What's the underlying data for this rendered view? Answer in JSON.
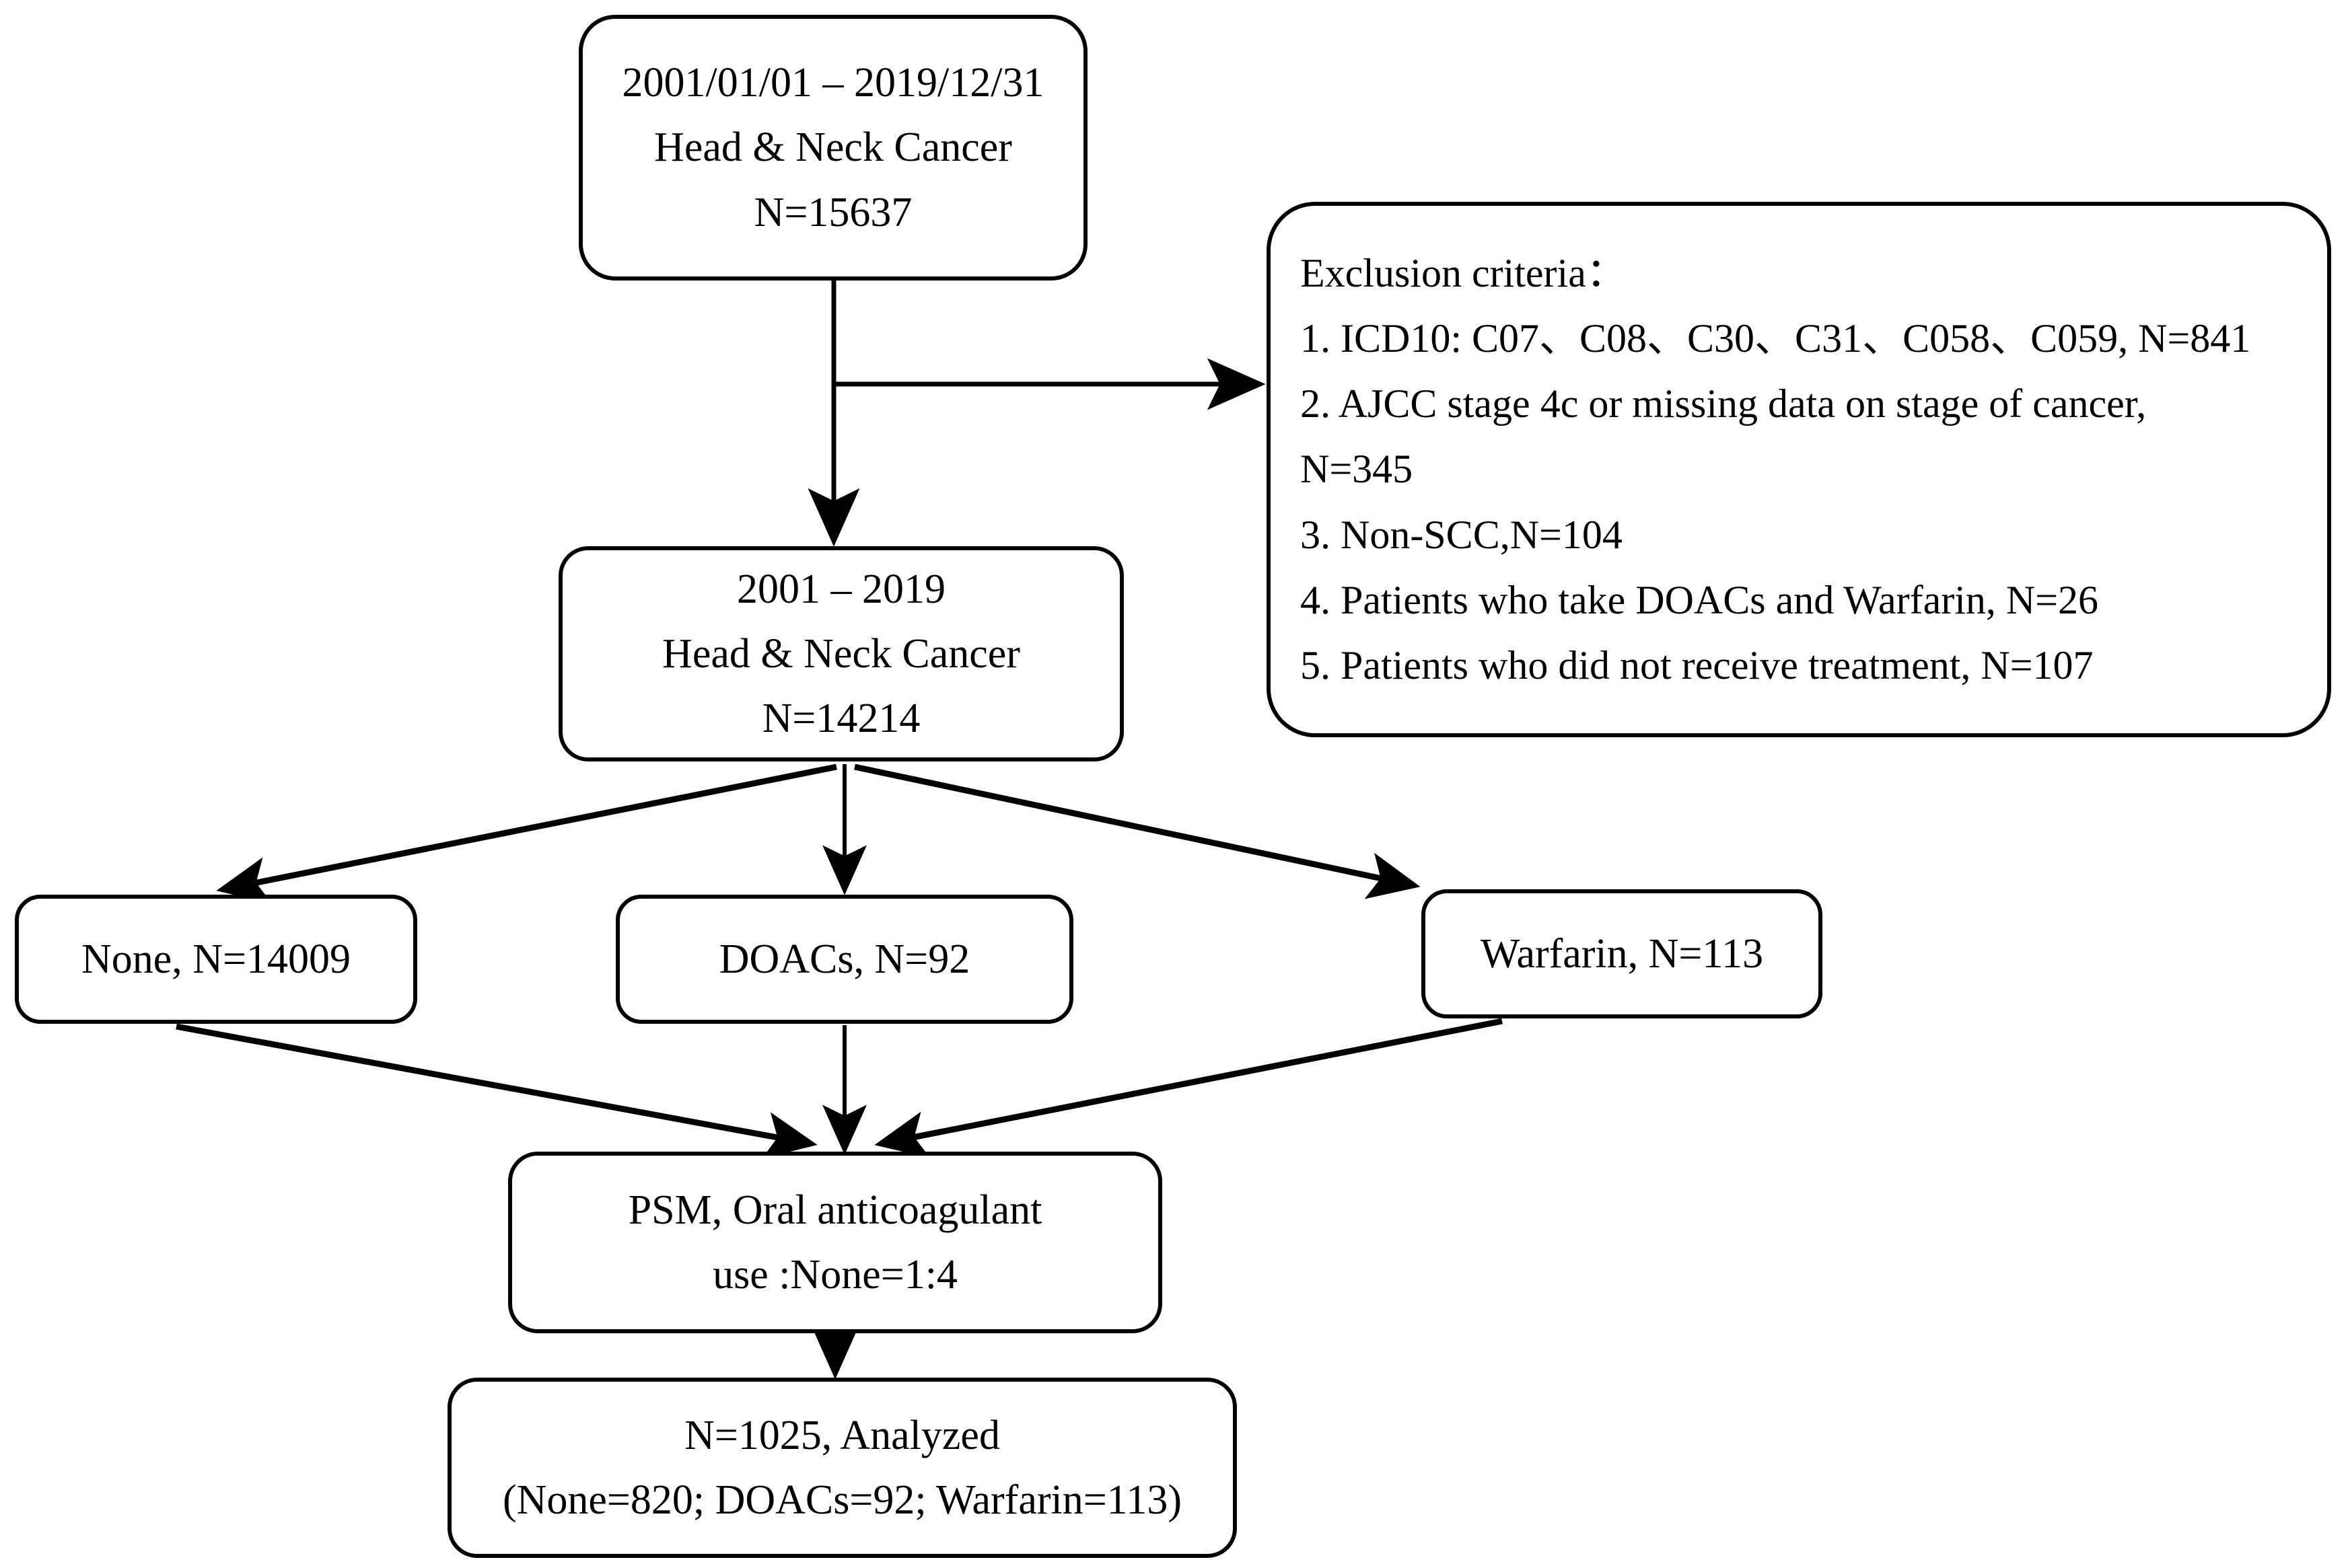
{
  "diagram": {
    "type": "flowchart",
    "title": "Patient selection flow diagram",
    "colors": {
      "background": "#ffffff",
      "stroke": "#000000",
      "text": "#000000",
      "node_fill": "#ffffff"
    }
  },
  "nodes": {
    "source": {
      "name": "source-cohort",
      "lines": [
        "2001/01/01 – 2019/12/31",
        "Head & Neck Cancer",
        "N=15637"
      ],
      "period": "2001/01/01 – 2019/12/31",
      "population": "Head & Neck Cancer",
      "n": 15637
    },
    "exclusion": {
      "name": "exclusion-criteria",
      "heading": "Exclusion criteria：",
      "items": [
        "1. ICD10: C07、C08、C30、C31、C058、C059, N=841",
        "2. AJCC stage 4c or missing data on stage of cancer,",
        "N=345",
        "3. Non-SCC,N=104",
        "4. Patients who take DOACs and Warfarin, N=26",
        "5. Patients who did not receive treatment, N=107"
      ],
      "counts": {
        "icd10_excluded": 841,
        "ajcc_stage_4c_or_missing": 345,
        "non_scc": 104,
        "both_doacs_and_warfarin": 26,
        "no_treatment": 107
      }
    },
    "cohort": {
      "name": "eligible-cohort",
      "lines": [
        "2001 – 2019",
        "Head & Neck Cancer",
        "N=14214"
      ],
      "period": "2001 – 2019",
      "population": "Head & Neck Cancer",
      "n": 14214
    },
    "none": {
      "name": "group-none",
      "label": "None, N=14009",
      "group": "None",
      "n": 14009
    },
    "doacs": {
      "name": "group-doacs",
      "label": "DOACs, N=92",
      "group": "DOACs",
      "n": 92
    },
    "warfarin": {
      "name": "group-warfarin",
      "label": "Warfarin, N=113",
      "group": "Warfarin",
      "n": 113
    },
    "psm": {
      "name": "psm-matching",
      "lines": [
        "PSM, Oral anticoagulant",
        "use :None=1:4"
      ],
      "method": "PSM",
      "ratio": "1:4"
    },
    "final": {
      "name": "analyzed-cohort",
      "lines": [
        "N=1025, Analyzed",
        "(None=820; DOACs=92; Warfarin=113)"
      ],
      "n": 1025,
      "breakdown": {
        "None": 820,
        "DOACs": 92,
        "Warfarin": 113
      }
    }
  }
}
